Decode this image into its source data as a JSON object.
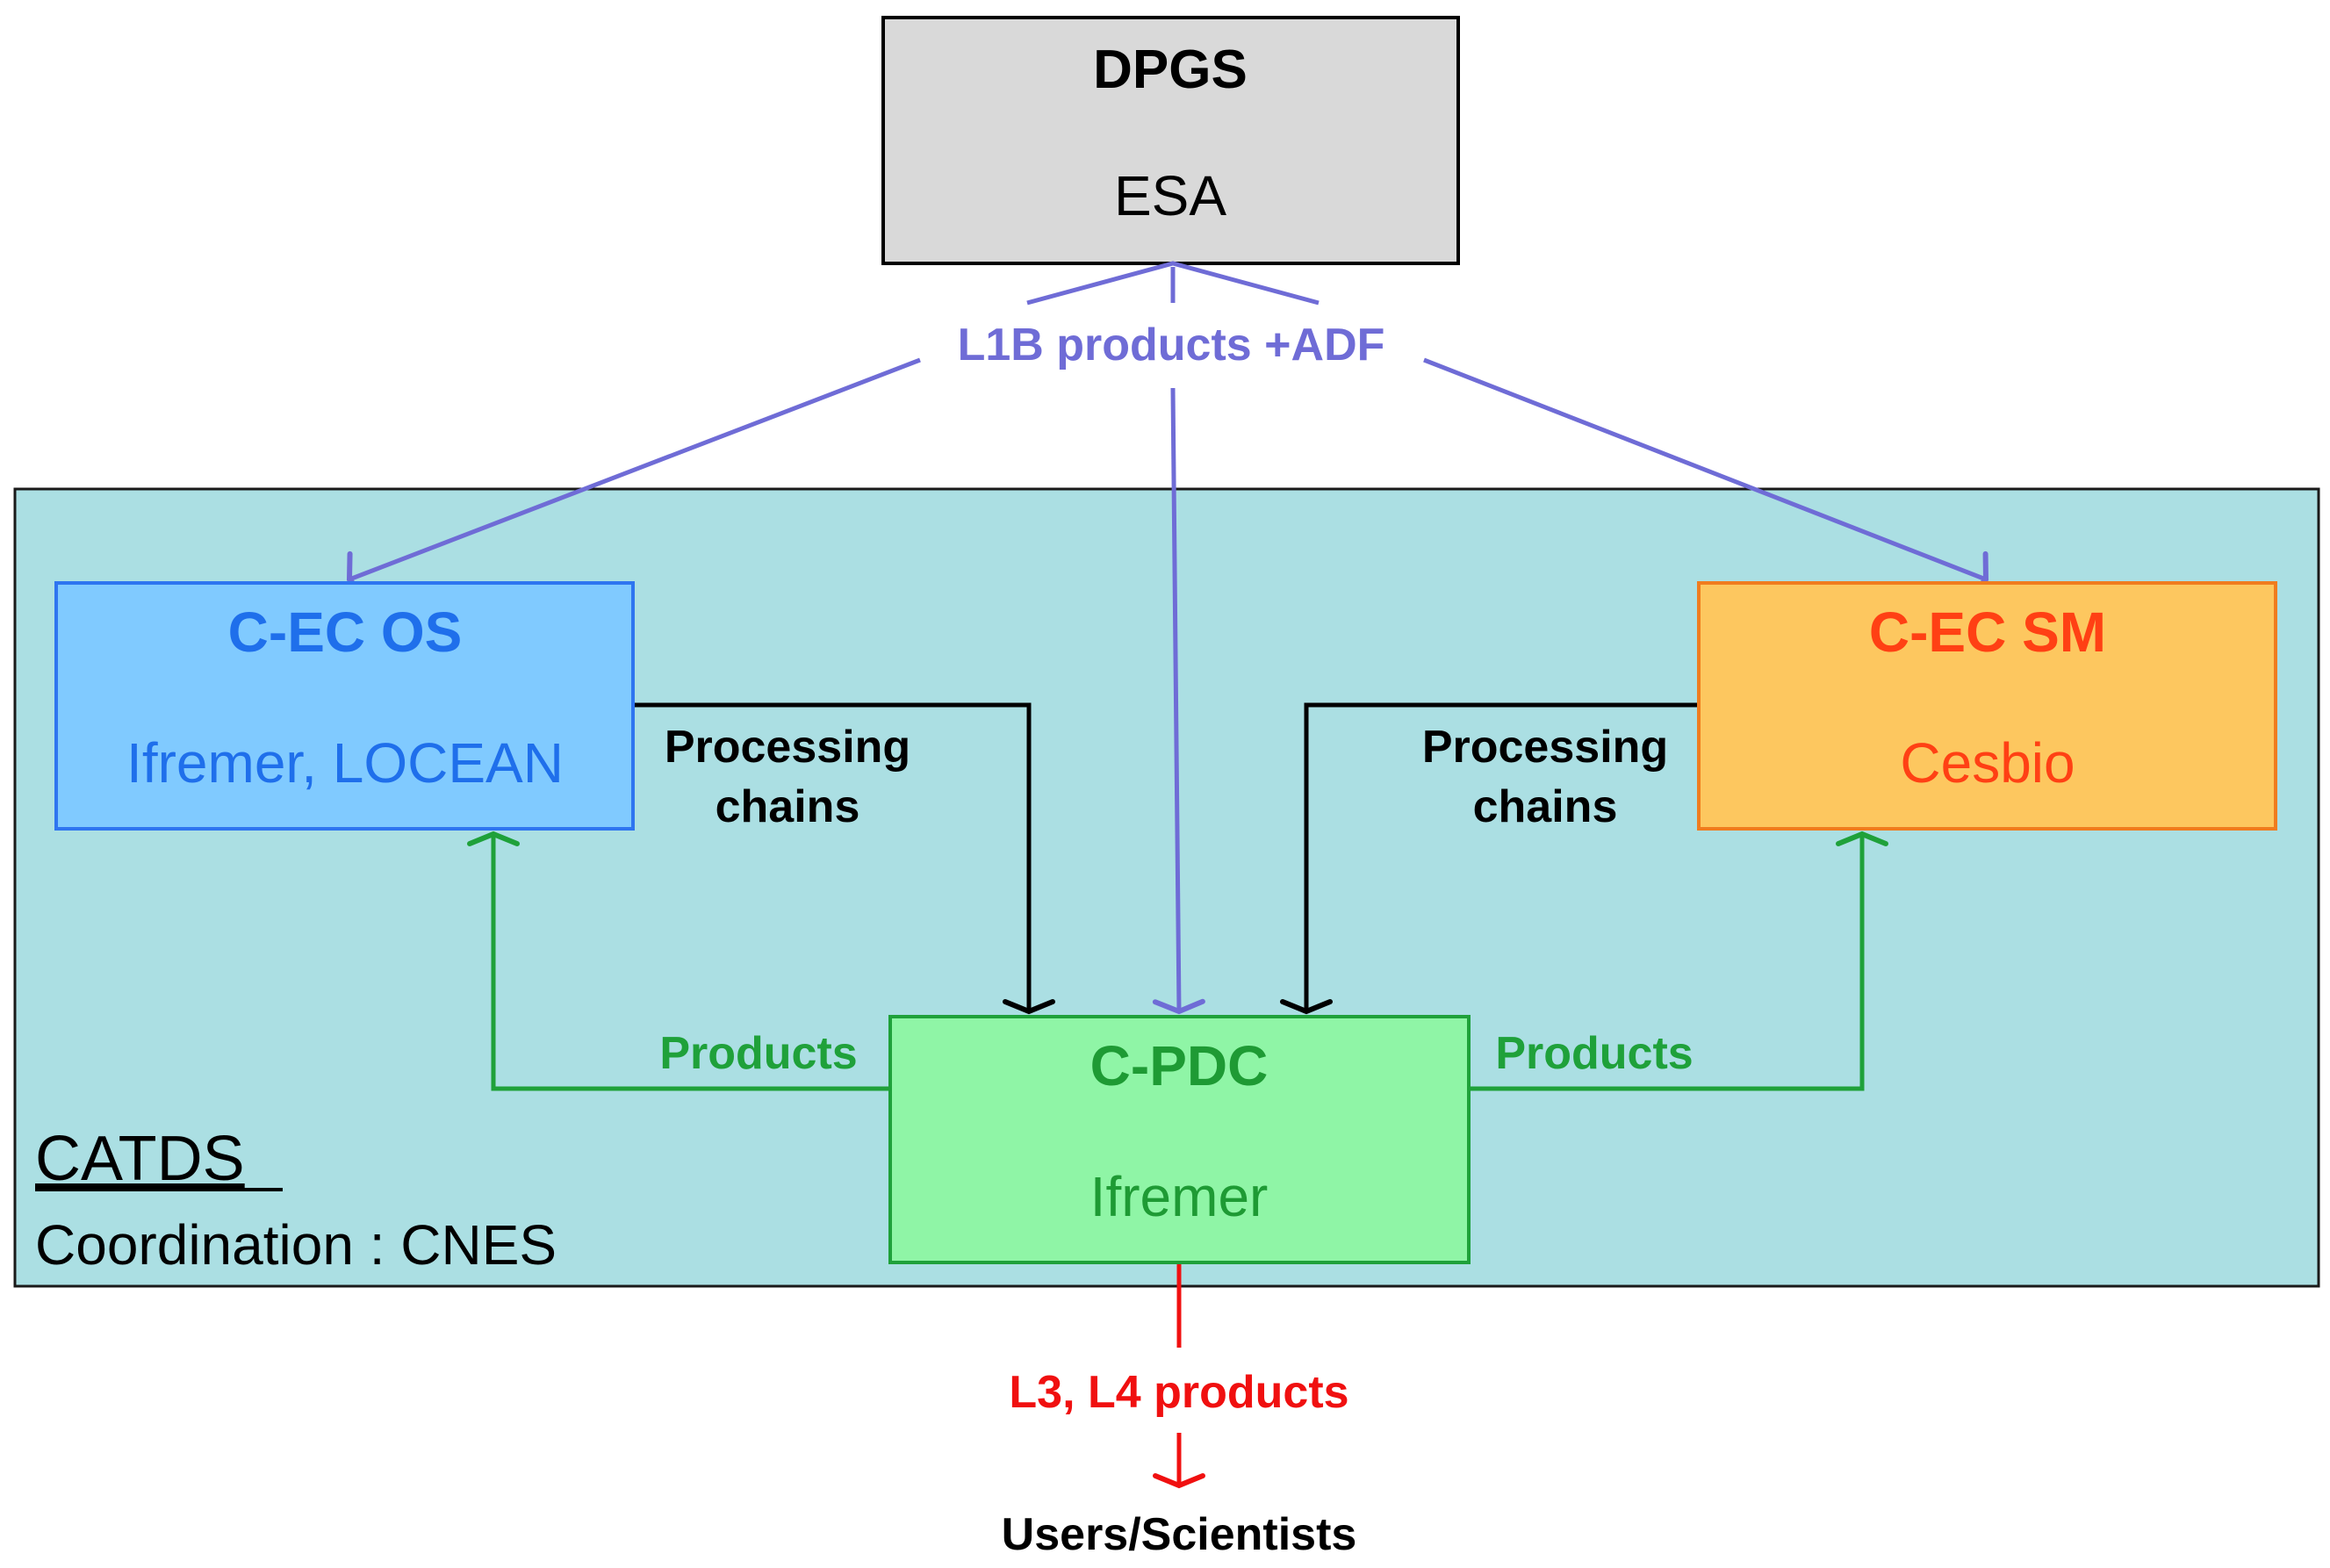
{
  "dpgs": {
    "title": "DPGS",
    "subtitle": "ESA"
  },
  "flows": {
    "top_label": "L1B products +ADF",
    "processing_left": [
      "Processing",
      "chains"
    ],
    "processing_right": [
      "Processing",
      "chains"
    ],
    "products_left": "Products",
    "products_right": "Products",
    "bottom_label": "L3, L4 products",
    "users": "Users/Scientists"
  },
  "catds": {
    "title": "CATDS",
    "coordination": "Coordination : CNES"
  },
  "cec_os": {
    "title": "C-EC OS",
    "subtitle": "Ifremer, LOCEAN"
  },
  "cec_sm": {
    "title": "C-EC SM",
    "subtitle": "Cesbio"
  },
  "cpdc": {
    "title": "C-PDC",
    "subtitle": "Ifremer"
  },
  "colors": {
    "dpgs_fill": "#D9D9D9",
    "catds_fill": "#ABDFE3",
    "os_fill": "#80CAFF",
    "os_border": "#2E75F0",
    "os_text": "#1F6FEB",
    "sm_fill": "#FDC75F",
    "sm_border": "#F07C1E",
    "sm_text": "#FF4014",
    "pdc_fill": "#8FF5A6",
    "pdc_border": "#1FA13A",
    "pdc_text": "#1E9A34",
    "esa_flow": "#6F6CD6",
    "product_flow": "#1FA13A",
    "chain_flow": "#000000",
    "output_flow": "#F01010"
  }
}
